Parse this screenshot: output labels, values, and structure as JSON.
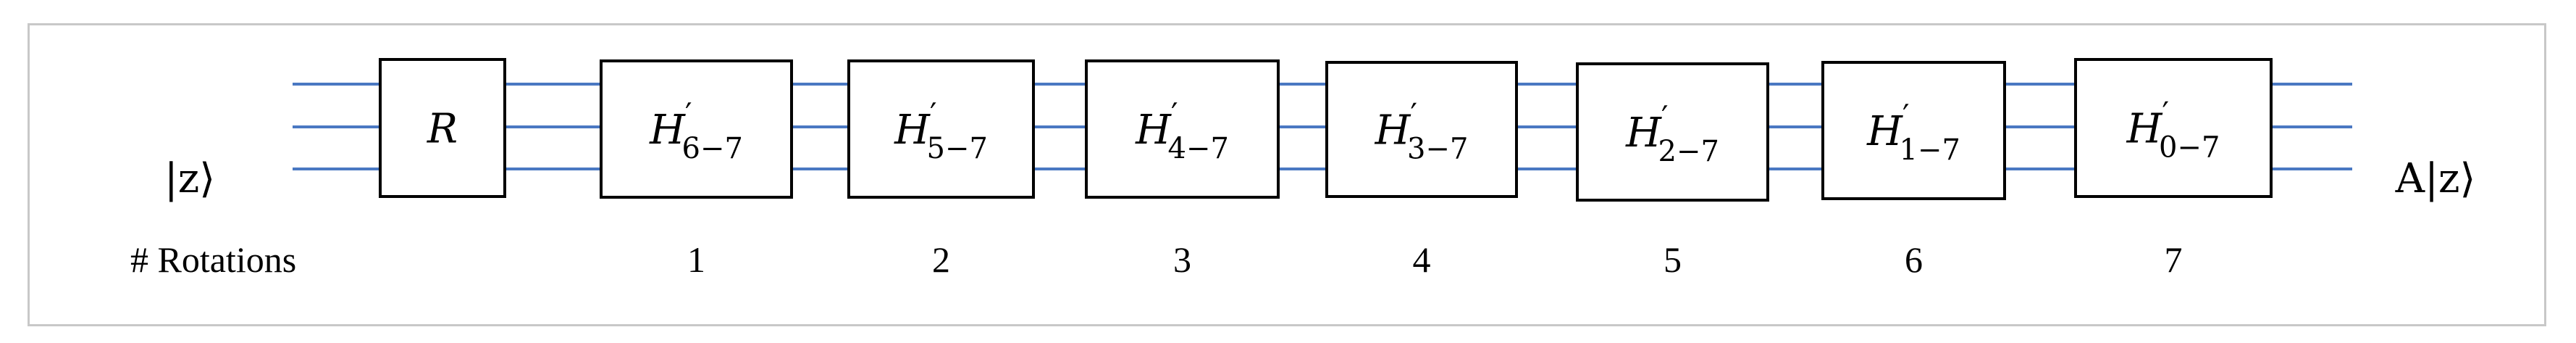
{
  "input_state": "|z⟩",
  "output_state": "A|z⟩",
  "rotation_row_label": "# Rotations",
  "gates": [
    {
      "base": "R",
      "sup": "",
      "sub": "",
      "rotations": ""
    },
    {
      "base": "H",
      "sup": "′",
      "sub": "6−7",
      "rotations": "1"
    },
    {
      "base": "H",
      "sup": "′",
      "sub": "5−7",
      "rotations": "2"
    },
    {
      "base": "H",
      "sup": "′",
      "sub": "4−7",
      "rotations": "3"
    },
    {
      "base": "H",
      "sup": "′",
      "sub": "3−7",
      "rotations": "4"
    },
    {
      "base": "H",
      "sup": "′",
      "sub": "2−7",
      "rotations": "5"
    },
    {
      "base": "H",
      "sup": "′",
      "sub": "1−7",
      "rotations": "6"
    },
    {
      "base": "H",
      "sup": "′",
      "sub": "0−7",
      "rotations": "7"
    }
  ],
  "colors": {
    "wire": "#4a78c2",
    "border": "#c8c8c8"
  }
}
